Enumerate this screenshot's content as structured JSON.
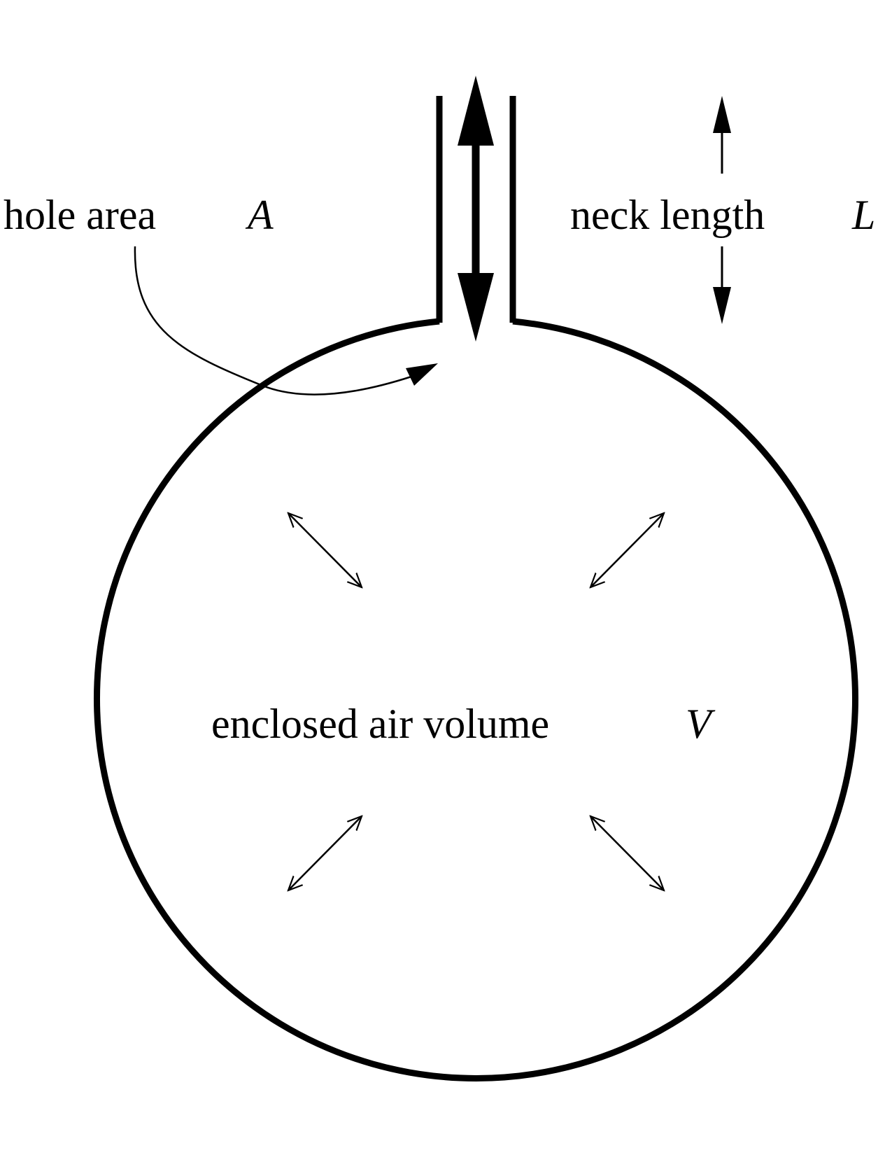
{
  "labels": {
    "hole_area": "hole area",
    "hole_area_symbol": "A",
    "neck_length": "neck length",
    "neck_length_symbol": "L",
    "air_volume": "enclosed air volume",
    "air_volume_symbol": "V"
  },
  "colors": {
    "ink": "#000000",
    "background": "#ffffff"
  }
}
